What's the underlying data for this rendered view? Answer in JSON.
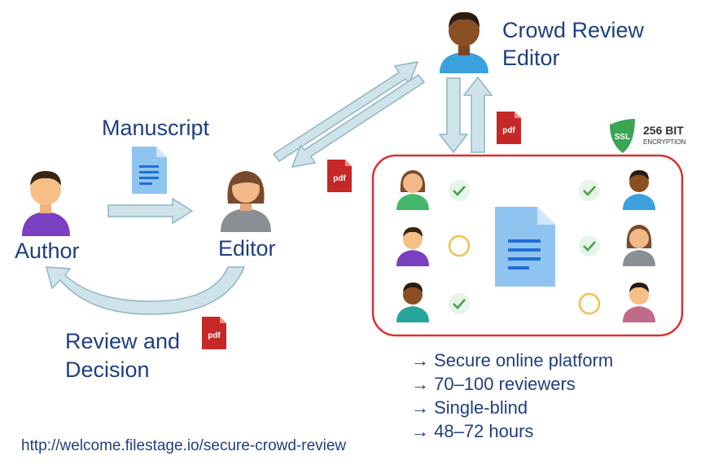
{
  "labels": {
    "crowd_review_editor_line1": "Crowd Review",
    "crowd_review_editor_line2": "Editor",
    "manuscript": "Manuscript",
    "author": "Author",
    "editor": "Editor",
    "review_decision_line1": "Review and",
    "review_decision_line2": "Decision"
  },
  "ssl_badge": {
    "shield_text": "SSL",
    "strength": "256 BIT",
    "encryption": "ENCRYPTION"
  },
  "pdf_label": "pdf",
  "bullets": [
    "→ Secure online platform",
    "→ 70–100 reviewers",
    "→ Single-blind",
    "→ 48–72 hours"
  ],
  "url": "http://welcome.filestage.io/secure-crowd-review",
  "colors": {
    "text_blue": "#1f3f80",
    "arrow_fill": "#cfe3ea",
    "arrow_stroke": "#8fb5c3",
    "panel_border": "#d63232",
    "check_green": "#43a047",
    "pending_yellow": "#f2c14e",
    "pdf_red": "#c62828",
    "doc_blue": "#90c4f0",
    "doc_lines": "#1e6fd9",
    "ssl_green": "#3aa655"
  }
}
